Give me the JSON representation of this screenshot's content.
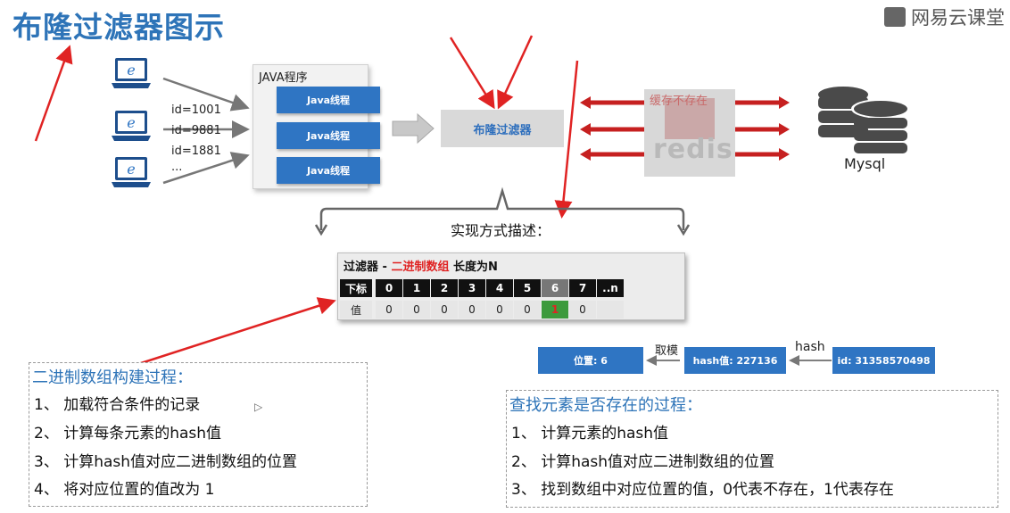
{
  "title": "布隆过滤器图示",
  "brand": "网易云课堂",
  "clients": {
    "ids": [
      "id=1001",
      "id=9881",
      "id=1881",
      "..."
    ]
  },
  "java": {
    "title": "JAVA程序",
    "threads": [
      "Java线程",
      "Java线程",
      "Java线程"
    ]
  },
  "bloom_filter": "布隆过滤器",
  "redis": {
    "note": "缓存不存在",
    "label": "redis"
  },
  "mysql": "Mysql",
  "desc": "实现方式描述：",
  "panel": {
    "prefix": "过滤器 - ",
    "highlight": "二进制数组",
    "suffix": " 长度为N",
    "header_label": "下标",
    "value_label": "值",
    "indices": [
      "0",
      "1",
      "2",
      "3",
      "4",
      "5",
      "6",
      "7",
      "..n"
    ],
    "values": [
      "0",
      "0",
      "0",
      "0",
      "0",
      "0",
      "1",
      "0",
      ""
    ],
    "highlight_index": 6
  },
  "lookup_flow": {
    "position": "位置: 6",
    "mod_label": "取模",
    "hash_value": "hash值: 227136",
    "hash_label": "hash",
    "id": "id: 31358570498"
  },
  "build_note": {
    "title": "二进制数组构建过程：",
    "items": [
      "1、 加载符合条件的记录",
      "2、 计算每条元素的hash值",
      "3、 计算hash值对应二进制数组的位置",
      "4、 将对应位置的值改为 1"
    ]
  },
  "query_note": {
    "title": "查找元素是否存在的过程：",
    "items": [
      "1、 计算元素的hash值",
      "2、 计算hash值对应二进制数组的位置",
      "3、 找到数组中对应位置的值，0代表不存在，1代表存在"
    ]
  },
  "colors": {
    "title_blue": "#2e74b8",
    "node_blue": "#2f75c3",
    "arrow_red": "#e02323",
    "highlight_green": "#3c9a3c"
  }
}
